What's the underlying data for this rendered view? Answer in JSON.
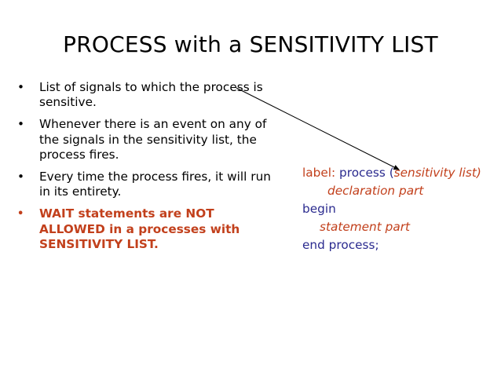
{
  "slide": {
    "title": "PROCESS with a SENSITIVITY LIST",
    "background_color": "#FFFFFF",
    "accent_color": "#C2401C",
    "keyword_color": "#2B2B8F",
    "body_color": "#000000"
  },
  "bullets": [
    {
      "marker": "•",
      "text": "List of signals to which the process is sensitive.",
      "emphasis": false
    },
    {
      "marker": "•",
      "text": "Whenever there is an event on any of the signals in the sensitivity list, the process fires.",
      "emphasis": false
    },
    {
      "marker": "•",
      "text": "Every time the process fires, it will run in its entirety.",
      "emphasis": false
    },
    {
      "marker": "•",
      "text": "WAIT statements are NOT ALLOWED in a processes with SENSITIVITY LIST.",
      "emphasis": true
    }
  ],
  "code": {
    "line1_label": "label:",
    "line1_keyword": "process",
    "line1_open_paren": "(",
    "line1_italic": "sensitivity list)",
    "line2_italic": "declaration part",
    "line3_keyword": "begin",
    "line4_italic": "statement part",
    "line5_keyword": "end process;"
  },
  "annotation": {
    "arrow_name": "callout-line-to-sensitivity-list"
  }
}
